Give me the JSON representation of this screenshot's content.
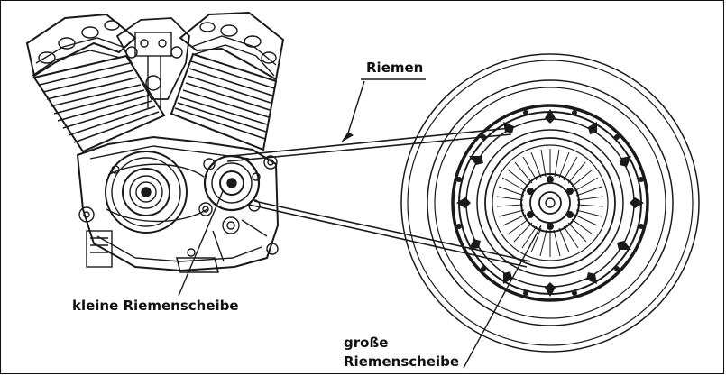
{
  "labels": {
    "belt": "Riemen",
    "small_pulley": "kleine Riemenscheibe",
    "large_pulley_line1": "große",
    "large_pulley_line2": "Riemenscheibe"
  },
  "colors": {
    "ink": "#1a1a1a",
    "paper": "#ffffff"
  }
}
